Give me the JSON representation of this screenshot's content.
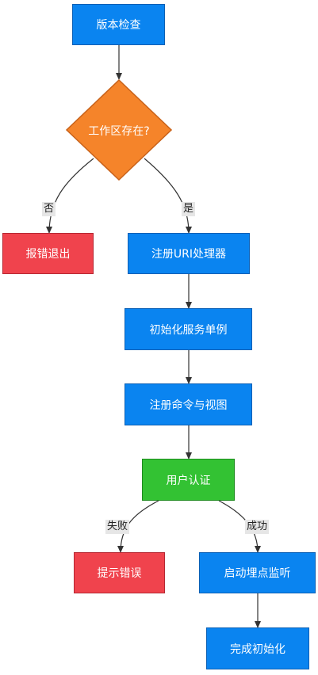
{
  "nodes": {
    "version_check": "版本检查",
    "workspace_exists": "工作区存在?",
    "error_exit": "报错退出",
    "register_uri": "注册URI处理器",
    "init_services": "初始化服务单例",
    "register_cmds": "注册命令与视图",
    "user_auth": "用户认证",
    "show_error": "提示错误",
    "start_tracking": "启动埋点监听",
    "init_done": "完成初始化"
  },
  "edges": {
    "no": "否",
    "yes": "是",
    "fail": "失败",
    "success": "成功"
  },
  "colors": {
    "process": "#0a84f0",
    "error": "#f0434d",
    "decision": "#f5842a",
    "auth": "#33c233",
    "edge": "#333333"
  }
}
